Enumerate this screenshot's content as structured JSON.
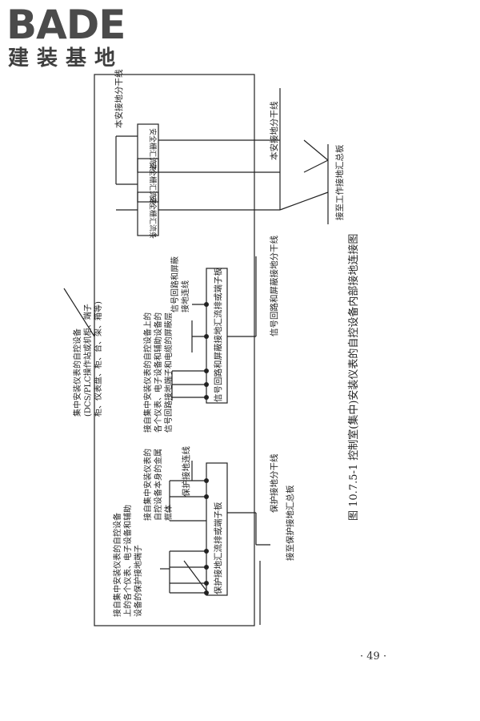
{
  "logo": {
    "brand": "BADE",
    "subtitle": "建装基地"
  },
  "figure": {
    "caption": "图 10.7.5-1  控制室(集中)安装仪表的自控设备内部接地连接图",
    "page_number": "· 49 ·"
  },
  "labels": {
    "equipment": "集中安装仪表的自控设备\n(DCS/PLC操作站或机柜、端子\n柜、仪表盘、柜、台、架、箱等)",
    "protect_bus": "保护接地汇流排或端子板",
    "signal_bus": "信号回路和屏蔽接地汇流排或端子板",
    "safety_bar": "安全栅汇流条",
    "protect_note1": "接自集中安装仪表的自控设备\n上的各个仪表、电子设备和辅助\n设备的保护接地端子",
    "protect_note2": "接自集中安装仪表的\n自控设备本身的金属\n框体",
    "protect_wire": "保护接地连线",
    "signal_note": "接自集中安装仪表的自控设备上的\n各个仪表、电子设备和辅助设备的\n信号回路接地端子和电缆的屏蔽层",
    "signal_wire": "信号回路和屏蔽\n接地连线",
    "safety_branch": "本安接地分干线",
    "signal_branch": "信号回路和屏蔽接地分干线",
    "protect_branch": "保护接地分干线",
    "protect_main": "接至保护接地汇总板",
    "work_main": "接至工作接地汇总板"
  }
}
